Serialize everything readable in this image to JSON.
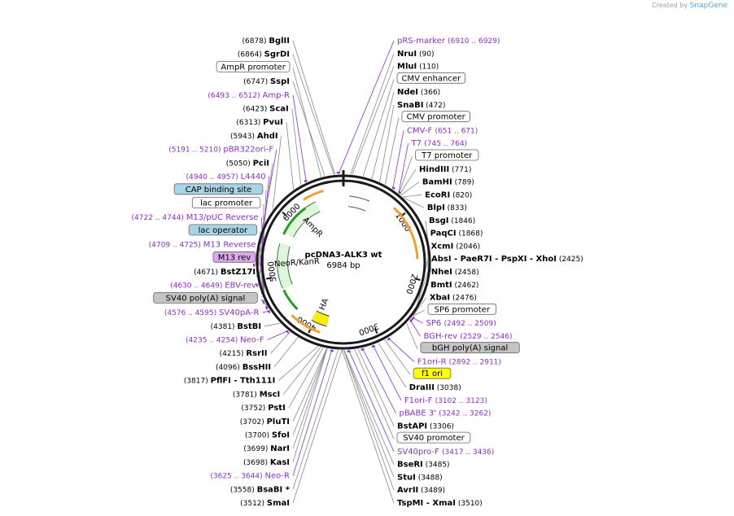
{
  "credit": {
    "prefix": "Created by",
    "brand": "SnapGene"
  },
  "plasmid": {
    "name": "pcDNA3-ALK3 wt",
    "length": 6984,
    "length_text": "6984 bp"
  },
  "colors": {
    "backbone": "#1a1a1a",
    "site": "#000000",
    "primer": "#8b2fc9",
    "feature_line": "#888888",
    "ampr": "#e0f5dd",
    "neor": "#e0f5dd",
    "cmv": "#ffffff",
    "ha": "#ffee00",
    "orange_arc": "#f0a030",
    "green_arc": "#2a9a2a"
  },
  "ring_ticks": [
    {
      "label": "1000",
      "pos": 1000
    },
    {
      "label": "2000",
      "pos": 2000
    },
    {
      "label": "3000",
      "pos": 3000
    },
    {
      "label": "4000",
      "pos": 4000
    },
    {
      "label": "5000",
      "pos": 5000
    },
    {
      "label": "6000",
      "pos": 6000
    }
  ],
  "inner_features": [
    {
      "label": "AmpR",
      "type": "AmpR",
      "from": 5750,
      "to": 6500
    },
    {
      "label": "NeoR/KanR",
      "type": "NeoR",
      "from": 4780,
      "to": 5550
    },
    {
      "label": "HA",
      "type": "HA",
      "from": 3780,
      "to": 4050
    },
    {
      "label": "",
      "type": "CMV",
      "from": 100,
      "to": 450
    }
  ],
  "left_labels": [
    {
      "kind": "site",
      "pos": 6878,
      "coord": "(6878)",
      "name": "BglII"
    },
    {
      "kind": "site",
      "pos": 6864,
      "coord": "(6864)",
      "name": "SgrDI"
    },
    {
      "kind": "feature",
      "pos": 6700,
      "name": "AmpR promoter",
      "style": "white"
    },
    {
      "kind": "site",
      "pos": 6747,
      "coord": "(6747)",
      "name": "SspI"
    },
    {
      "kind": "primer",
      "pos": 6500,
      "coord": "(6493 .. 6512)",
      "name": "Amp-R"
    },
    {
      "kind": "site",
      "pos": 6423,
      "coord": "(6423)",
      "name": "ScaI"
    },
    {
      "kind": "site",
      "pos": 6313,
      "coord": "(6313)",
      "name": "PvuI"
    },
    {
      "kind": "site",
      "pos": 5943,
      "coord": "(5943)",
      "name": "AhdI"
    },
    {
      "kind": "primer",
      "pos": 5200,
      "coord": "(5191 .. 5210)",
      "name": "pBR322ori-F"
    },
    {
      "kind": "site",
      "pos": 5050,
      "coord": "(5050)",
      "name": "PciI"
    },
    {
      "kind": "primer",
      "pos": 4948,
      "coord": "(4940 .. 4957)",
      "name": "L4440"
    },
    {
      "kind": "feature",
      "pos": 4820,
      "name": "CAP binding site",
      "style": "blue"
    },
    {
      "kind": "feature",
      "pos": 4780,
      "name": "lac promoter",
      "style": "white"
    },
    {
      "kind": "primer",
      "pos": 4733,
      "coord": "(4722 .. 4744)",
      "name": "M13/pUC Reverse"
    },
    {
      "kind": "feature",
      "pos": 4720,
      "name": "lac operator",
      "style": "blue"
    },
    {
      "kind": "primer",
      "pos": 4717,
      "coord": "(4709 .. 4725)",
      "name": "M13 Reverse"
    },
    {
      "kind": "feature",
      "pos": 4700,
      "name": "M13 rev",
      "style": "violet"
    },
    {
      "kind": "site",
      "pos": 4671,
      "coord": "(4671)",
      "name": "BstZ17I"
    },
    {
      "kind": "primer",
      "pos": 4640,
      "coord": "(4630 .. 4649)",
      "name": "EBV-rev"
    },
    {
      "kind": "feature",
      "pos": 4620,
      "name": "SV40 poly(A) signal",
      "style": "gray"
    },
    {
      "kind": "primer",
      "pos": 4586,
      "coord": "(4576 .. 4595)",
      "name": "SV40pA-R"
    },
    {
      "kind": "site",
      "pos": 4381,
      "coord": "(4381)",
      "name": "BstBI"
    },
    {
      "kind": "primer",
      "pos": 4245,
      "coord": "(4235 .. 4254)",
      "name": "Neo-F"
    },
    {
      "kind": "site",
      "pos": 4215,
      "coord": "(4215)",
      "name": "RsrII"
    },
    {
      "kind": "site",
      "pos": 4096,
      "coord": "(4096)",
      "name": "BssHII"
    },
    {
      "kind": "site",
      "pos": 3817,
      "coord": "(3817)",
      "name": "PflFI",
      "extra": "- Tth111I"
    },
    {
      "kind": "site",
      "pos": 3781,
      "coord": "(3781)",
      "name": "MscI"
    },
    {
      "kind": "site",
      "pos": 3752,
      "coord": "(3752)",
      "name": "PstI"
    },
    {
      "kind": "site",
      "pos": 3702,
      "coord": "(3702)",
      "name": "PluTI"
    },
    {
      "kind": "site",
      "pos": 3700,
      "coord": "(3700)",
      "name": "SfoI"
    },
    {
      "kind": "site",
      "pos": 3699,
      "coord": "(3699)",
      "name": "NarI"
    },
    {
      "kind": "site",
      "pos": 3698,
      "coord": "(3698)",
      "name": "KasI"
    },
    {
      "kind": "primer",
      "pos": 3635,
      "coord": "(3625 .. 3644)",
      "name": "Neo-R"
    },
    {
      "kind": "site",
      "pos": 3558,
      "coord": "(3558)",
      "name": "BsaBI *"
    },
    {
      "kind": "site",
      "pos": 3512,
      "coord": "(3512)",
      "name": "SmaI"
    }
  ],
  "right_labels": [
    {
      "kind": "primer",
      "pos": 6920,
      "coord": "(6910 .. 6929)",
      "name": "pRS-marker"
    },
    {
      "kind": "site",
      "pos": 90,
      "coord": "(90)",
      "name": "NruI"
    },
    {
      "kind": "site",
      "pos": 110,
      "coord": "(110)",
      "name": "MluI"
    },
    {
      "kind": "feature",
      "pos": 250,
      "name": "CMV enhancer",
      "style": "white"
    },
    {
      "kind": "site",
      "pos": 366,
      "coord": "(366)",
      "name": "NdeI"
    },
    {
      "kind": "site",
      "pos": 472,
      "coord": "(472)",
      "name": "SnaBI"
    },
    {
      "kind": "feature",
      "pos": 550,
      "name": "CMV promoter",
      "style": "white"
    },
    {
      "kind": "primer",
      "pos": 661,
      "coord": "(651 .. 671)",
      "name": "CMV-F"
    },
    {
      "kind": "primer",
      "pos": 755,
      "coord": "(745 .. 764)",
      "name": "T7"
    },
    {
      "kind": "feature",
      "pos": 760,
      "name": "T7 promoter",
      "style": "white"
    },
    {
      "kind": "site",
      "pos": 771,
      "coord": "(771)",
      "name": "HindIII"
    },
    {
      "kind": "site",
      "pos": 789,
      "coord": "(789)",
      "name": "BamHI"
    },
    {
      "kind": "site",
      "pos": 820,
      "coord": "(820)",
      "name": "EcoRI"
    },
    {
      "kind": "site",
      "pos": 833,
      "coord": "(833)",
      "name": "BlpI"
    },
    {
      "kind": "site",
      "pos": 1846,
      "coord": "(1846)",
      "name": "BsgI"
    },
    {
      "kind": "site",
      "pos": 1868,
      "coord": "(1868)",
      "name": "PaqCI"
    },
    {
      "kind": "site",
      "pos": 2046,
      "coord": "(2046)",
      "name": "XcmI"
    },
    {
      "kind": "site",
      "pos": 2425,
      "coord": "(2425)",
      "name": "AbsI",
      "extra": "- PaeR7I   - PspXI   - XhoI",
      "coord_after": true
    },
    {
      "kind": "site",
      "pos": 2458,
      "coord": "(2458)",
      "name": "NheI"
    },
    {
      "kind": "site",
      "pos": 2462,
      "coord": "(2462)",
      "name": "BmtI"
    },
    {
      "kind": "site",
      "pos": 2476,
      "coord": "(2476)",
      "name": "XbaI"
    },
    {
      "kind": "feature",
      "pos": 2480,
      "name": "SP6 promoter",
      "style": "white"
    },
    {
      "kind": "primer",
      "pos": 2500,
      "coord": "(2492 .. 2509)",
      "name": "SP6"
    },
    {
      "kind": "primer",
      "pos": 2537,
      "coord": "(2529 .. 2546)",
      "name": "BGH-rev"
    },
    {
      "kind": "feature",
      "pos": 2600,
      "name": "bGH poly(A) signal",
      "style": "gray"
    },
    {
      "kind": "primer",
      "pos": 2901,
      "coord": "(2892 .. 2911)",
      "name": "F1ori-R"
    },
    {
      "kind": "feature",
      "pos": 2950,
      "name": "f1 ori",
      "style": "yellow"
    },
    {
      "kind": "site",
      "pos": 3038,
      "coord": "(3038)",
      "name": "DraIII"
    },
    {
      "kind": "primer",
      "pos": 3112,
      "coord": "(3102 .. 3123)",
      "name": "F1ori-F"
    },
    {
      "kind": "primer",
      "pos": 3252,
      "coord": "(3242 .. 3262)",
      "name": "pBABE 3'"
    },
    {
      "kind": "site",
      "pos": 3306,
      "coord": "(3306)",
      "name": "BstAPI"
    },
    {
      "kind": "feature",
      "pos": 3350,
      "name": "SV40 promoter",
      "style": "white"
    },
    {
      "kind": "primer",
      "pos": 3426,
      "coord": "(3417 .. 3436)",
      "name": "SV40pro-F"
    },
    {
      "kind": "site",
      "pos": 3485,
      "coord": "(3485)",
      "name": "BseRI"
    },
    {
      "kind": "site",
      "pos": 3488,
      "coord": "(3488)",
      "name": "StuI"
    },
    {
      "kind": "site",
      "pos": 3489,
      "coord": "(3489)",
      "name": "AvrII"
    },
    {
      "kind": "site",
      "pos": 3510,
      "coord": "(3510)",
      "name": "TspMI",
      "extra": "- XmaI"
    }
  ]
}
